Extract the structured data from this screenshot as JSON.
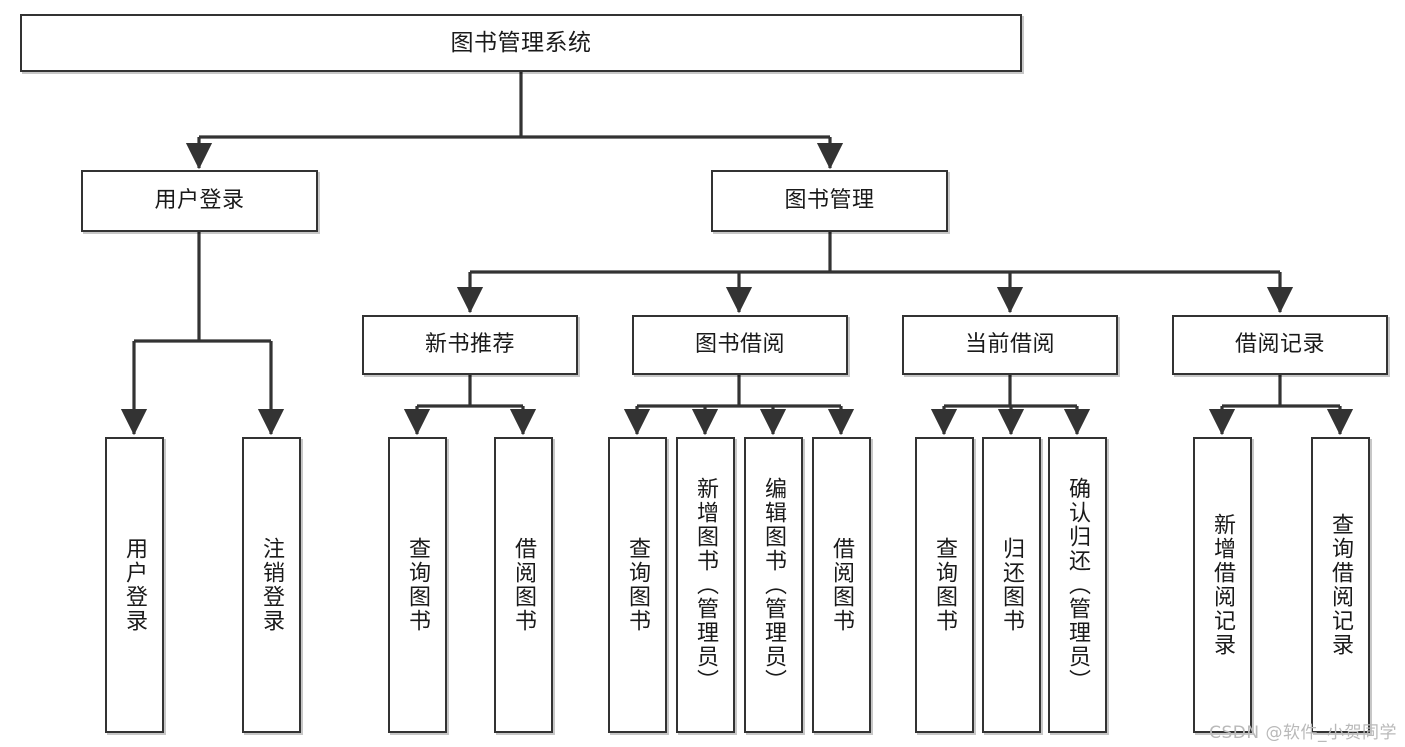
{
  "diagram": {
    "type": "tree",
    "title": "图书管理系统",
    "orientation": "top-down",
    "colors": {
      "box_border": "#333333",
      "box_fill": "#ffffff",
      "connector": "#333333",
      "text": "#1a1a1a",
      "watermark": "#b9b9b9"
    },
    "root": {
      "id": "root",
      "label": "图书管理系统",
      "text_direction": "horizontal"
    },
    "level2": [
      {
        "id": "user-login",
        "label": "用户登录",
        "text_direction": "horizontal"
      },
      {
        "id": "book-manage",
        "label": "图书管理",
        "text_direction": "horizontal"
      }
    ],
    "level3": [
      {
        "id": "new-book-recommend",
        "label": "新书推荐",
        "text_direction": "horizontal",
        "parent": "book-manage"
      },
      {
        "id": "book-borrow",
        "label": "图书借阅",
        "text_direction": "horizontal",
        "parent": "book-manage"
      },
      {
        "id": "current-borrow",
        "label": "当前借阅",
        "text_direction": "horizontal",
        "parent": "book-manage"
      },
      {
        "id": "borrow-record",
        "label": "借阅记录",
        "text_direction": "horizontal",
        "parent": "book-manage"
      }
    ],
    "leaves": {
      "user_login": [
        {
          "id": "leaf-user-login",
          "label": "用户登录",
          "text_direction": "vertical"
        },
        {
          "id": "leaf-logout-login",
          "label": "注销登录",
          "text_direction": "vertical"
        }
      ],
      "new_book_recommend": [
        {
          "id": "leaf-query-book-1",
          "label": "查询图书",
          "text_direction": "vertical"
        },
        {
          "id": "leaf-borrow-book-1",
          "label": "借阅图书",
          "text_direction": "vertical"
        }
      ],
      "book_borrow": [
        {
          "id": "leaf-query-book-2",
          "label": "查询图书",
          "text_direction": "vertical"
        },
        {
          "id": "leaf-add-book",
          "label": "新增图书（管理员）",
          "text_direction": "vertical"
        },
        {
          "id": "leaf-edit-book",
          "label": "编辑图书（管理员）",
          "text_direction": "vertical"
        },
        {
          "id": "leaf-borrow-book-2",
          "label": "借阅图书",
          "text_direction": "vertical"
        }
      ],
      "current_borrow": [
        {
          "id": "leaf-query-book-3",
          "label": "查询图书",
          "text_direction": "vertical"
        },
        {
          "id": "leaf-return-book",
          "label": "归还图书",
          "text_direction": "vertical"
        },
        {
          "id": "leaf-confirm-return",
          "label": "确认归还（管理员）",
          "text_direction": "vertical"
        }
      ],
      "borrow_record": [
        {
          "id": "leaf-add-borrow-record",
          "label": "新增借阅记录",
          "text_direction": "vertical"
        },
        {
          "id": "leaf-query-borrow-record",
          "label": "查询借阅记录",
          "text_direction": "vertical"
        }
      ]
    }
  },
  "watermark": {
    "text": "CSDN @软件_小贺同学"
  }
}
